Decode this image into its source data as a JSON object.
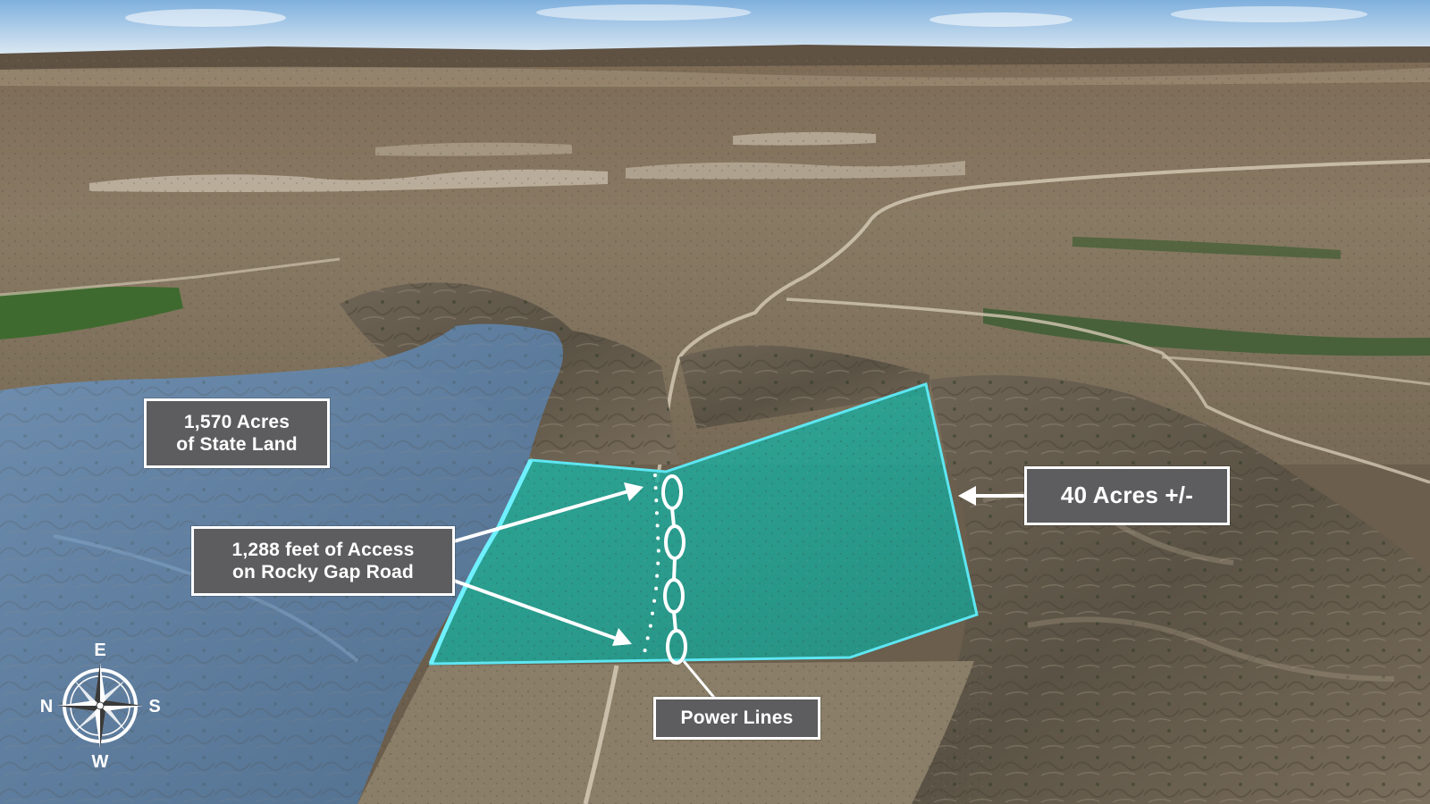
{
  "labels": {
    "state_land": [
      "1,570 Acres",
      "of State Land"
    ],
    "access": [
      "1,288 feet of Access",
      "on Rocky Gap Road"
    ],
    "parcel": [
      "40 Acres +/-"
    ],
    "power": [
      "Power Lines"
    ]
  },
  "compass": {
    "north": "N",
    "south": "S",
    "east": "E",
    "west": "W"
  },
  "colors": {
    "parcel_fill": "#1ec9b8",
    "parcel_outline": "#5ee6f2",
    "state_land_fill": "#5a86b4",
    "label_background": "#5d5d5f",
    "label_border": "#ffffff",
    "sky": "#9fc3e3",
    "terrain": "#8a7a63"
  },
  "icons": {
    "compass": "compass-rose-icon",
    "arrow": "arrow-icon",
    "power_line": "power-line-icon"
  }
}
